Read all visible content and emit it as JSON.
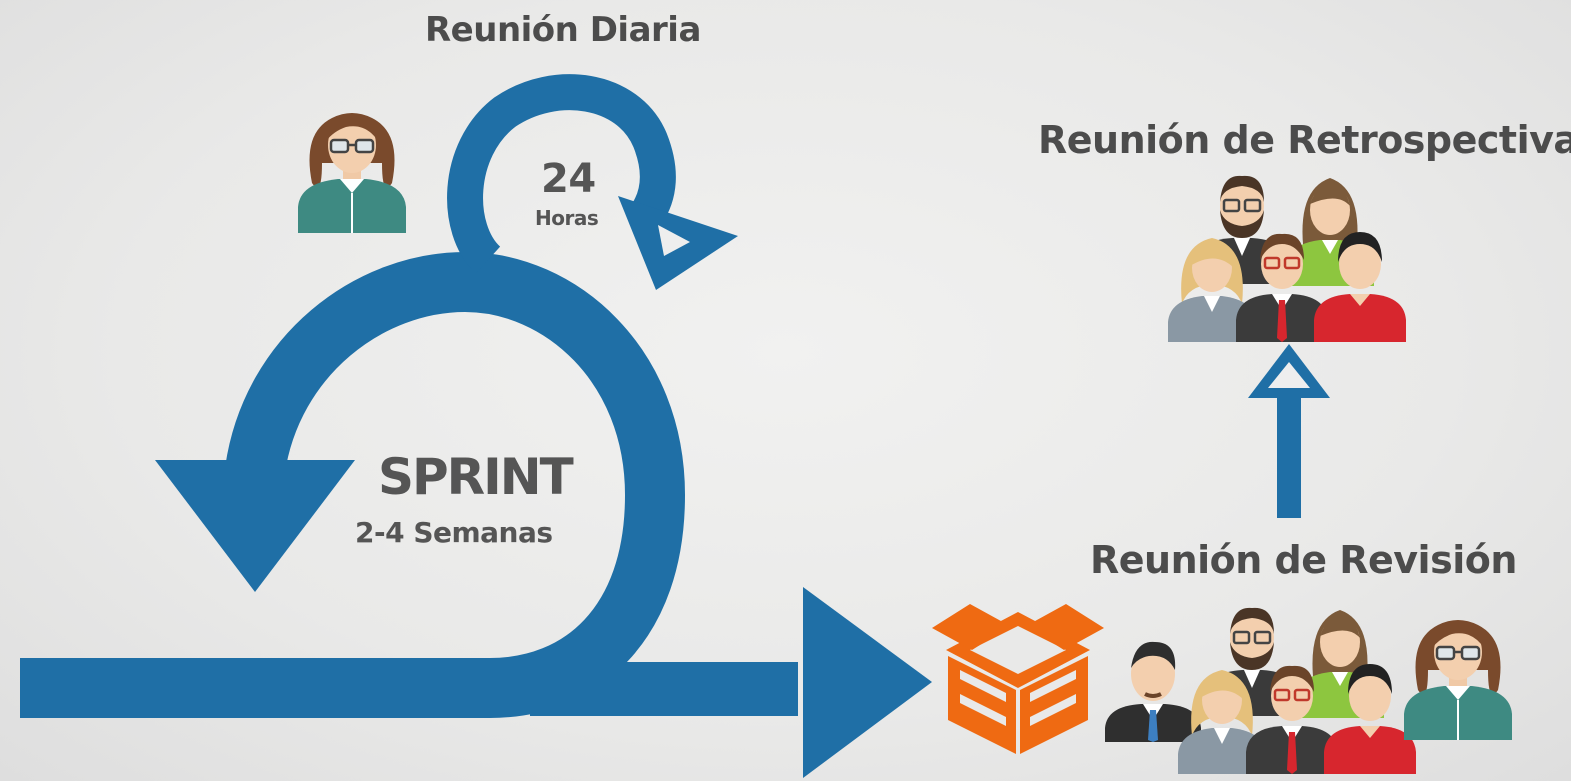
{
  "colors": {
    "flow_blue": "#1f6fa6",
    "box_orange": "#ef6a12",
    "text": "#4c4c4c"
  },
  "labels": {
    "daily_meeting": "Reunión Diaria",
    "hours_value": "24",
    "hours_unit": "Horas",
    "sprint": "SPRINT",
    "sprint_duration": "2-4 Semanas",
    "retrospective_meeting": "Reunión de Retrospectiva",
    "review_meeting": "Reunión de Revisión"
  },
  "icons": [
    "woman-glasses-icon",
    "retrospective-team-icon",
    "up-arrow-icon",
    "product-box-icon",
    "businessman-icon",
    "review-team-icon",
    "woman-glasses-icon"
  ]
}
